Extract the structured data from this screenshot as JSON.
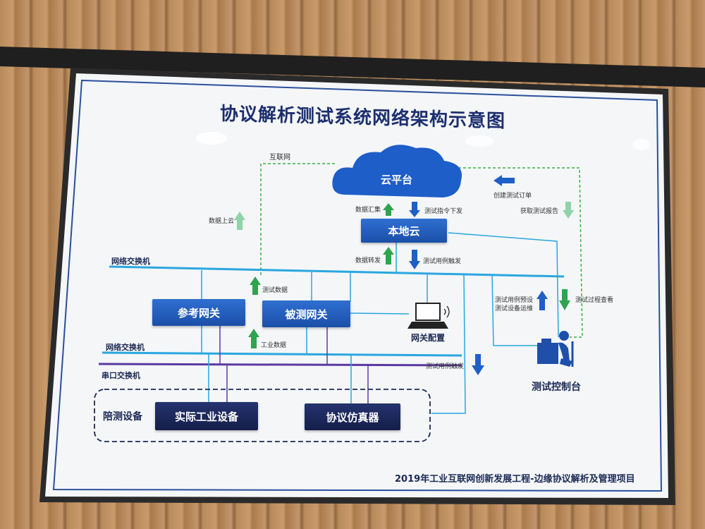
{
  "title": "协议解析测试系统网络架构示意图",
  "footer": "2019年工业互联网创新发展工程-边缘协议解析及管理项目",
  "nodes": {
    "cloud": "云平台",
    "local_cloud": "本地云",
    "ref_gateway": "参考网关",
    "dut_gateway": "被测网关",
    "gateway_config": "网关配置",
    "industrial_device": "实际工业设备",
    "protocol_emulator": "协议仿真器",
    "test_console": "测试控制台",
    "companion_devices": "陪测设备"
  },
  "labels": {
    "internet": "互联网",
    "network_switch_top": "网络交换机",
    "network_switch_bottom": "网络交换机",
    "serial_switch": "串口交换机",
    "data_to_cloud": "数据上云",
    "data_aggregate": "数据汇集",
    "test_cmd_dispatch": "测试指令下发",
    "create_test_order": "创建测试订单",
    "get_test_report": "获取测试报告",
    "data_forward": "数据转发",
    "test_case_trigger_top": "测试用例触发",
    "test_data": "测试数据",
    "industrial_data": "工业数据",
    "test_case_trigger_bottom": "测试用例触发",
    "test_preset": "测试用例预设",
    "device_ops": "测试设备运维",
    "process_view": "测试过程查看"
  },
  "colors": {
    "switch_line": "#2aa7e0",
    "serial_line": "#5b3aa0",
    "dashed": "#3cb043",
    "arrow_green": "#2fa44f",
    "arrow_blue": "#1f5fc8",
    "box_blue": "#1b4fa8",
    "box_dark": "#151e4a"
  }
}
